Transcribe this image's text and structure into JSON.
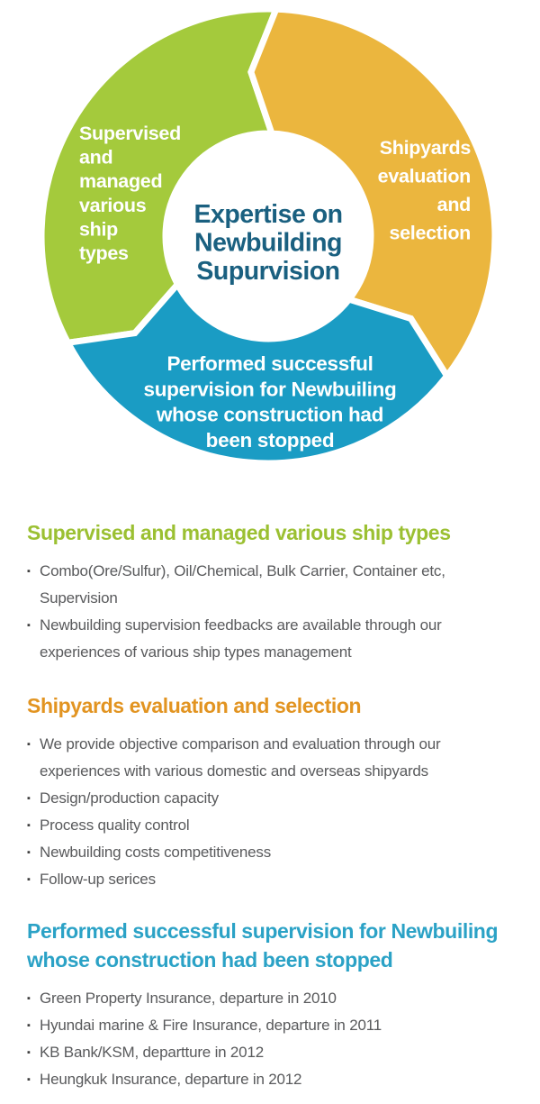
{
  "diagram": {
    "center_lines": [
      "Expertise on",
      "Newbuilding",
      "Supurvision"
    ],
    "center_color": "#1a6080",
    "label_color": "#ffffff",
    "segments": [
      {
        "id": "green",
        "color": "#a4ca3c",
        "label_lines": [
          "Supervised",
          "and",
          "managed",
          "various",
          "ship",
          "types"
        ]
      },
      {
        "id": "yellow",
        "color": "#ebb63e",
        "label_lines": [
          "Shipyards",
          "evaluation",
          "and",
          "selection"
        ]
      },
      {
        "id": "blue",
        "color": "#1a9cc4",
        "label_lines": [
          "Performed successful",
          "supervision for Newbuiling",
          "whose construction had",
          "been stopped"
        ]
      }
    ]
  },
  "bullet_marker": "▪",
  "sections": [
    {
      "heading_lines": [
        "Supervised and managed various ship types"
      ],
      "color": "#9bc032",
      "bullets": [
        "Combo(Ore/Sulfur), Oil/Chemical, Bulk Carrier, Container etc, Supervision",
        "Newbuilding supervision feedbacks are available through our experiences of various ship types management"
      ]
    },
    {
      "heading_lines": [
        "Shipyards evaluation and selection"
      ],
      "color": "#e29421",
      "bullets": [
        "We provide objective comparison and evaluation through our experiences with various domestic and overseas shipyards",
        "Design/production capacity",
        "Process quality control",
        "Newbuilding costs competitiveness",
        "Follow-up serices"
      ]
    },
    {
      "heading_lines": [
        "Performed successful supervision for Newbuiling",
        "whose construction had been stopped"
      ],
      "color": "#2ba2c6",
      "bullets": [
        "Green Property Insurance, departure in 2010",
        "Hyundai marine & Fire Insurance, departure in 2011",
        "KB Bank/KSM, departture in 2012",
        "Heungkuk Insurance, departure in 2012"
      ]
    }
  ]
}
